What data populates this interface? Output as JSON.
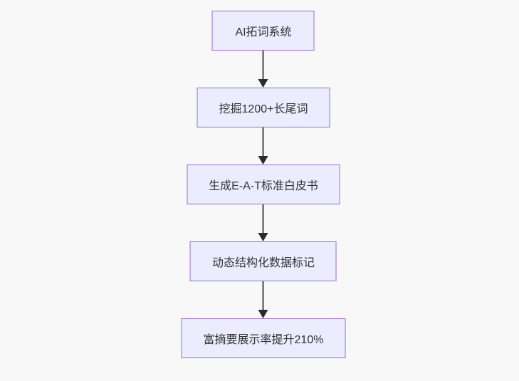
{
  "diagram": {
    "type": "flowchart",
    "direction": "top-down",
    "colors": {
      "background": "#f8f8f8",
      "node_fill": "#ececff",
      "node_border": "#9370db",
      "node_text": "#333333",
      "arrow": "#2b2b2b"
    },
    "nodes": [
      {
        "id": "n1",
        "label": "AI拓词系统"
      },
      {
        "id": "n2",
        "label": "挖掘1200+长尾词"
      },
      {
        "id": "n3",
        "label": "生成E-A-T标准白皮书"
      },
      {
        "id": "n4",
        "label": "动态结构化数据标记"
      },
      {
        "id": "n5",
        "label": "富摘要展示率提升210%"
      }
    ],
    "edges": [
      {
        "from": "n1",
        "to": "n2"
      },
      {
        "from": "n2",
        "to": "n3"
      },
      {
        "from": "n3",
        "to": "n4"
      },
      {
        "from": "n4",
        "to": "n5"
      }
    ]
  }
}
